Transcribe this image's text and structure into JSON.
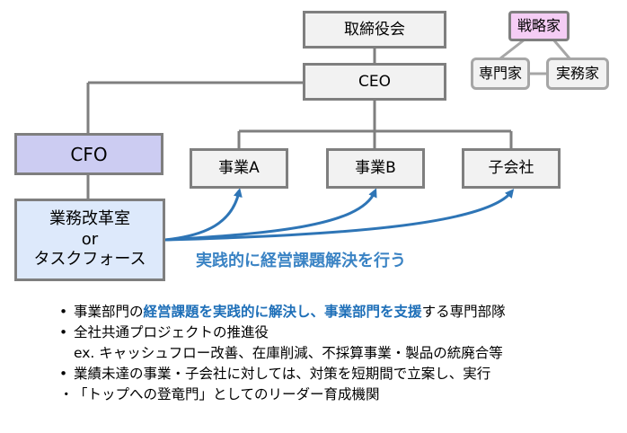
{
  "org": {
    "board": "取締役会",
    "ceo": "CEO",
    "cfo": "CFO",
    "bizA": "事業A",
    "bizB": "事業B",
    "subsidiary": "子会社",
    "reform_line1": "業務改革室",
    "reform_line2": "or",
    "reform_line3": "タスクフォース",
    "strategist": "戦略家",
    "expert": "専門家",
    "practitioner": "実務家"
  },
  "caption": "実践的に経営課題解決を行う",
  "bullets": {
    "b1_pre": "事業部門の",
    "b1_hl1": "経営課題を実践的に解決し",
    "b1_mid": "、",
    "b1_hl2": "事業部門を支援",
    "b1_post": "する専門部隊",
    "b2": "全社共通プロジェクトの推進役",
    "b2_sub": "ex. キャッシュフロー改善、在庫削減、不採算事業・製品の統廃合等",
    "b3": "業績未達の事業・子会社に対しては、対策を短期間で立案し、実行",
    "b4": "「トップへの登竜門」としてのリーダー育成機関"
  },
  "bullet_marks": {
    "dot": "•",
    "mid": "・"
  },
  "colors": {
    "accent_text": "#3a83c4",
    "highlight": "#1e6fb8",
    "arrow": "#2e75b6",
    "cfo_fill": "#ccccf2",
    "reform_fill": "#dde9fb",
    "strategist_fill": "#f5cdf5"
  }
}
